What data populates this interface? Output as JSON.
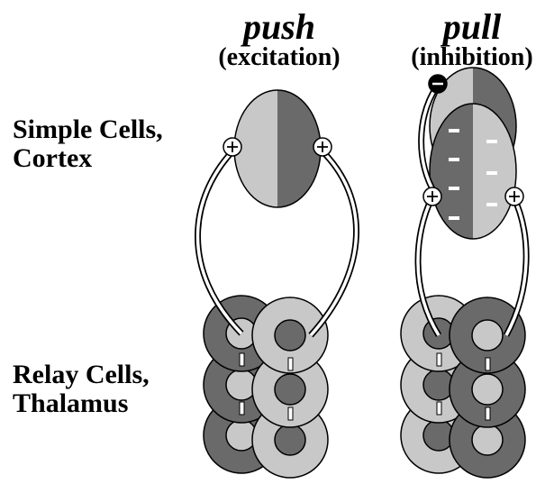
{
  "columns": {
    "push": {
      "title": "push",
      "subtitle": "(excitation)"
    },
    "pull": {
      "title": "pull",
      "subtitle": "(inhibition)"
    }
  },
  "rows": {
    "simple": {
      "line1": "Simple Cells,",
      "line2": "Cortex"
    },
    "relay": {
      "line1": "Relay Cells,",
      "line2": "Thalamus"
    }
  },
  "colors": {
    "light": "#c8c8c8",
    "dark": "#6a6a6a",
    "outline": "#000000"
  },
  "signs": {
    "plus": "+",
    "minus": "−"
  }
}
